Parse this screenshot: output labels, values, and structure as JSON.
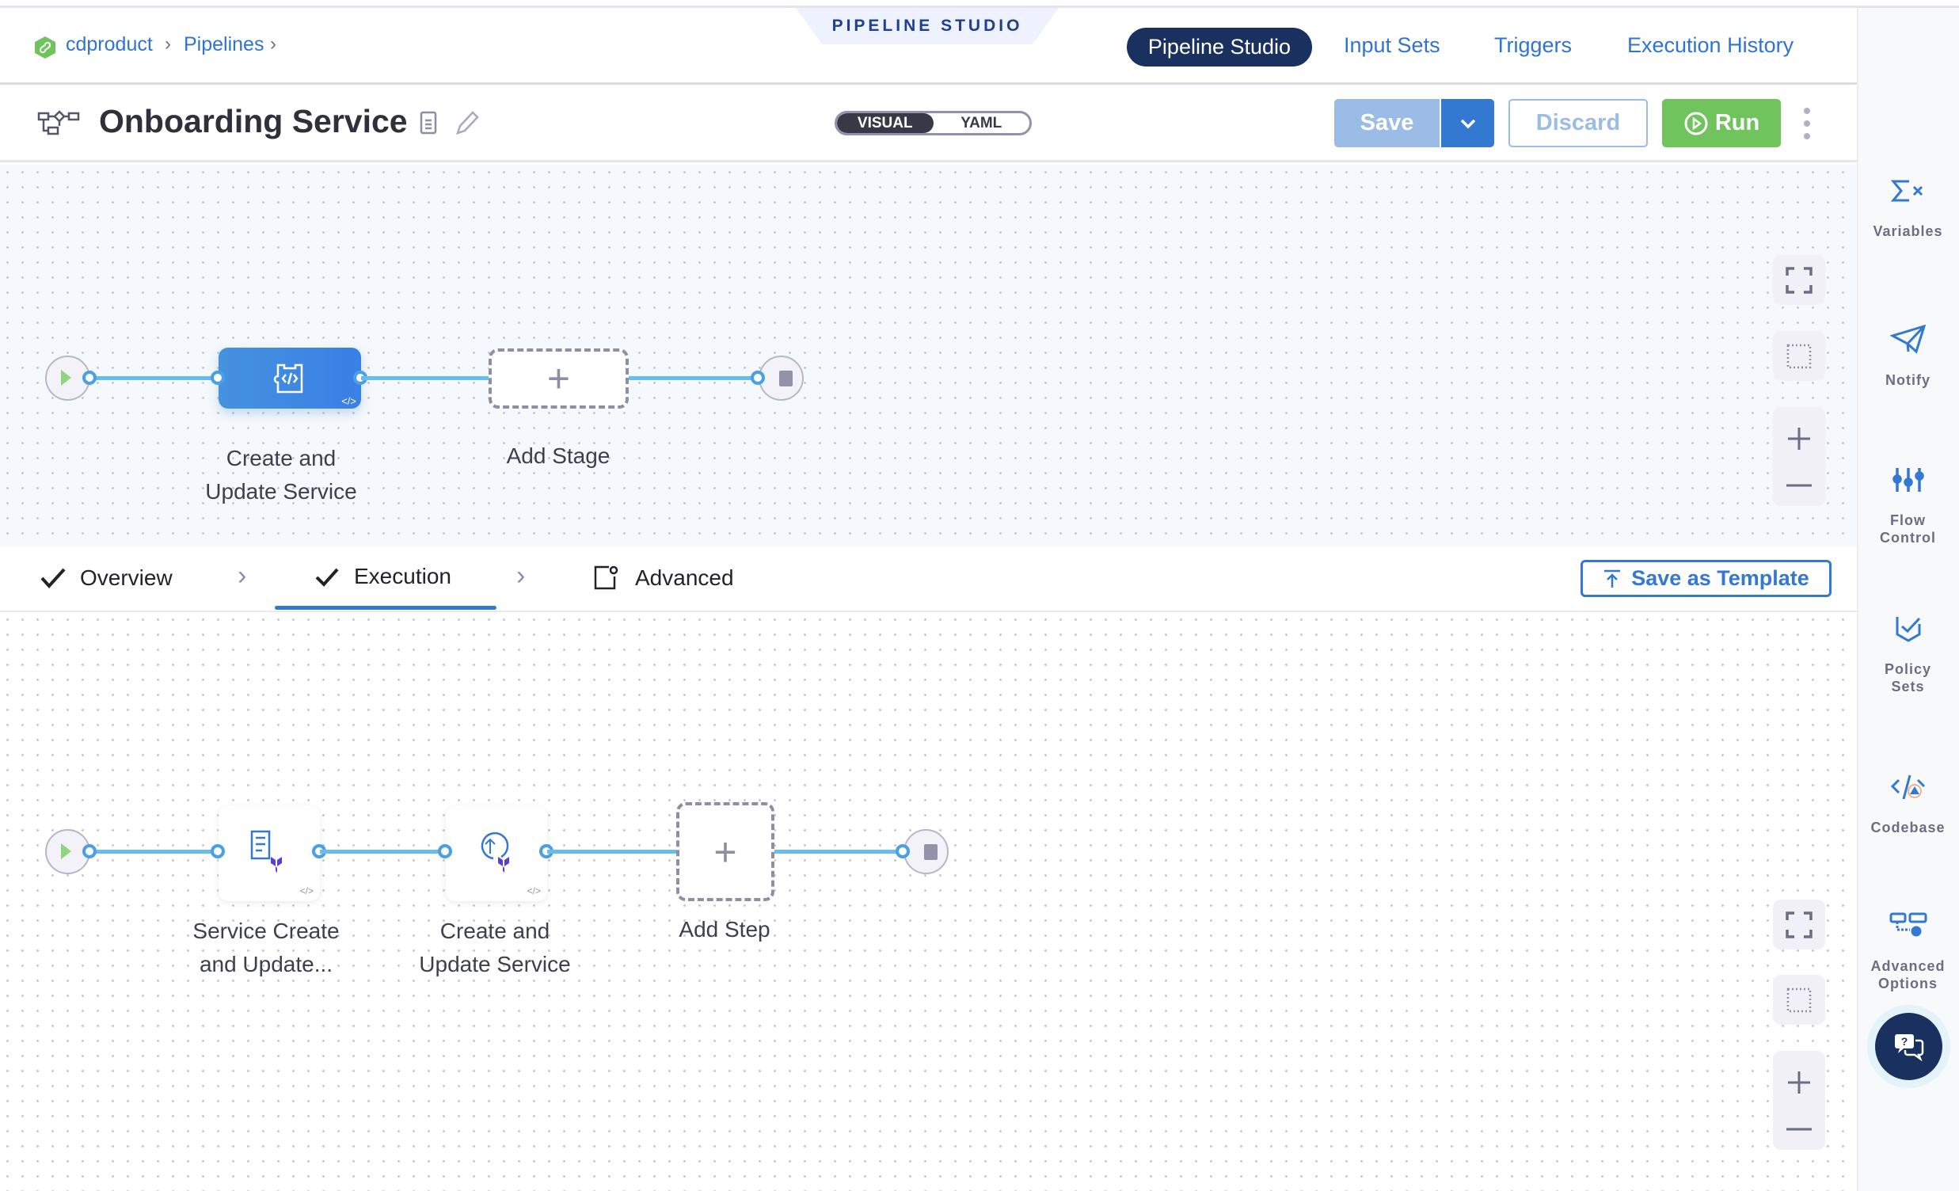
{
  "header": {
    "studio_banner": "PIPELINE STUDIO",
    "breadcrumb": [
      {
        "label": "cdproduct"
      },
      {
        "label": "Pipelines"
      }
    ],
    "nav": [
      {
        "label": "Pipeline Studio",
        "active": true
      },
      {
        "label": "Input Sets"
      },
      {
        "label": "Triggers"
      },
      {
        "label": "Execution History"
      }
    ]
  },
  "toolbar": {
    "pipeline_name": "Onboarding Service",
    "view_toggle": {
      "visual": "VISUAL",
      "yaml": "YAML",
      "selected": "VISUAL"
    },
    "save_label": "Save",
    "discard_label": "Discard",
    "run_label": "Run"
  },
  "stage_graph": {
    "stages": [
      {
        "label": "Create and Update Service",
        "line1": "Create and",
        "line2": "Update Service",
        "selected": true
      }
    ],
    "add_stage_label": "Add Stage"
  },
  "stage_tabs": {
    "tabs": [
      {
        "label": "Overview",
        "completed": true
      },
      {
        "label": "Execution",
        "completed": true,
        "active": true
      },
      {
        "label": "Advanced"
      }
    ],
    "save_as_template_label": "Save as Template"
  },
  "step_graph": {
    "steps": [
      {
        "line1": "Service Create",
        "line2": "and Update..."
      },
      {
        "line1": "Create and",
        "line2": "Update Service"
      }
    ],
    "add_step_label": "Add Step"
  },
  "sidebar": {
    "items": [
      {
        "label": "Variables",
        "icon": "variables-icon"
      },
      {
        "label": "Notify",
        "icon": "paper-plane-icon"
      },
      {
        "label": "Flow Control",
        "line1": "Flow",
        "line2": "Control",
        "icon": "sliders-icon"
      },
      {
        "label": "Policy Sets",
        "line1": "Policy",
        "line2": "Sets",
        "icon": "shield-check-icon"
      },
      {
        "label": "Codebase",
        "icon": "code-warning-icon"
      },
      {
        "label": "Advanced Options",
        "line1": "Advanced",
        "line2": "Options",
        "icon": "advanced-options-icon"
      }
    ]
  },
  "colors": {
    "primary": "#3378d1",
    "nav_active": "#1a305e",
    "run": "#6fc45e",
    "edge": "#66bdf0",
    "save_disabled": "#9cbce8"
  }
}
